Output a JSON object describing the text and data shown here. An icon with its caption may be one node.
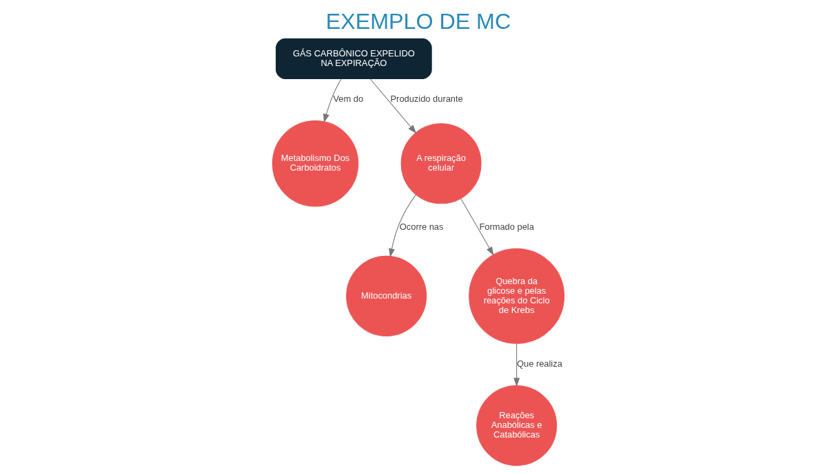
{
  "diagram": {
    "title": "EXEMPLO DE MC",
    "nodes": [
      {
        "text": [
          "GÁS CARBÔNICO EXPELIDO NA EXPIRAÇÃO"
        ]
      },
      {
        "text": [
          "Metabolismo Dos Carboidratos"
        ]
      },
      {
        "text": [
          "Mitocondrias"
        ]
      },
      {
        "text": [
          "A respiração celular"
        ]
      },
      {
        "text": [
          "Quebra da glicose e pelas reações do Ciclo de Krebs"
        ]
      },
      {
        "text": [
          "Reações Anabólicas e Catabólicas"
        ]
      }
    ],
    "edges": [
      {
        "from": 0,
        "to": 1,
        "arrow": "to",
        "label": "Vem do"
      },
      {
        "from": 0,
        "to": 3,
        "arrow": "to",
        "label": "Produzido durante"
      },
      {
        "from": 3,
        "to": 2,
        "arrow": "to",
        "label": "Ocorre nas"
      },
      {
        "from": 3,
        "to": 4,
        "arrow": "to",
        "label": "Formado pela"
      },
      {
        "from": 4,
        "to": 5,
        "arrow": "to",
        "label": "Que realiza"
      }
    ]
  }
}
